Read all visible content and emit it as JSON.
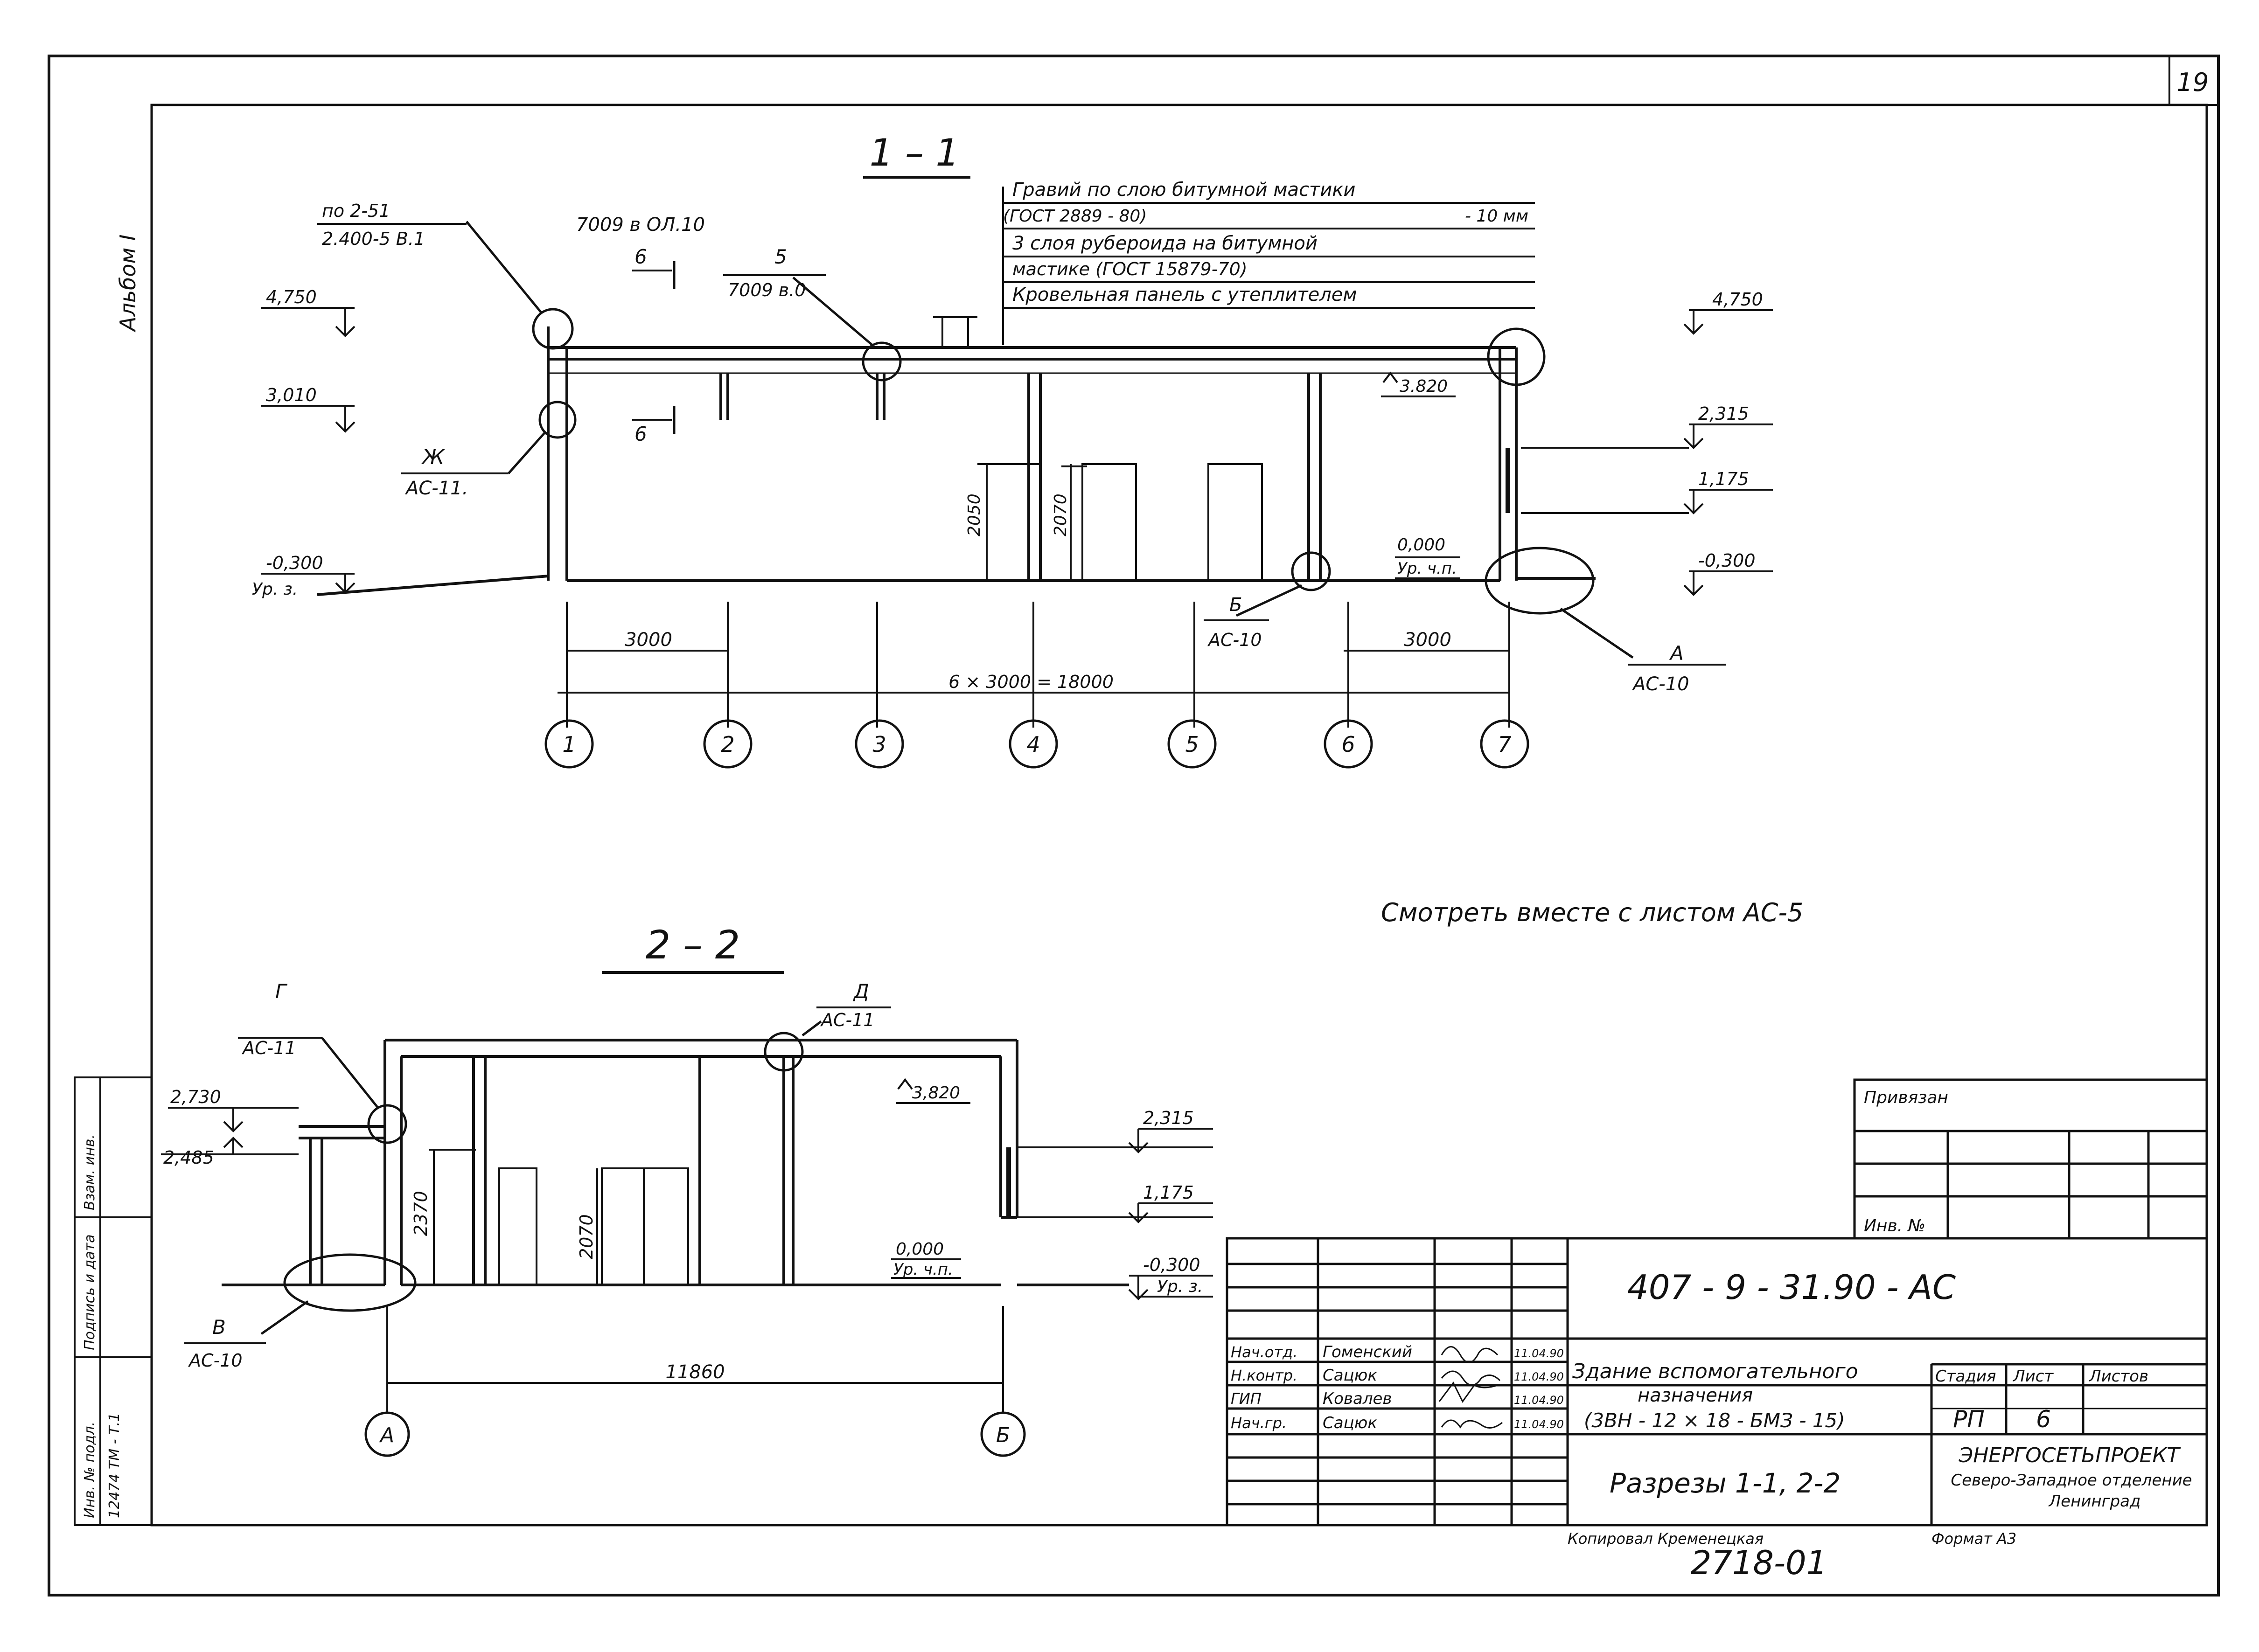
{
  "sheet": {
    "page_number": "19",
    "album": "Альбом I",
    "note": "Смотреть вместе с листом АС-5",
    "copied_by": "Копировал  Кременецкая",
    "format": "Формат  А3",
    "archive_number": "2718-01"
  },
  "section_1_1": {
    "title": "1 – 1",
    "roof_layers": [
      "Гравий  по слою битумной мастики",
      "(ГОСТ 2889 - 80)",
      "- 10 мм",
      "3 слоя  рубероида  на битумной",
      "мастике  (ГОСТ 15879-70)",
      "Кровельная  панель с утеплителем"
    ],
    "callouts": {
      "top_left_ref_1": "по 2-51",
      "top_left_ref_2": "2.400-5 В.1",
      "series_ref": "7009 в ОЛ.10",
      "node_5": "5",
      "node_5_ref": "7009 в.0",
      "cut_6_top": "6",
      "cut_6_bottom": "6",
      "node_zh": "Ж",
      "node_zh_sheet": "АС-11.",
      "node_b": "Б",
      "node_b_sheet": "АС-10",
      "node_a": "А",
      "node_a_sheet": "АС-10"
    },
    "levels_left": [
      "4,750",
      "3,010",
      "-0,300",
      "Ур. з."
    ],
    "levels_right": [
      "4,750",
      "2,315",
      "1,175",
      "-0,300"
    ],
    "levels_inside": [
      "3.820",
      "0,000",
      "Ур. ч.п."
    ],
    "dimensions": {
      "first_bay": "3000",
      "last_bay": "3000",
      "total": "6 × 3000 = 18000",
      "door_height_1": "2050",
      "door_height_2": "2070"
    },
    "axes": [
      "1",
      "2",
      "3",
      "4",
      "5",
      "6",
      "7"
    ]
  },
  "section_2_2": {
    "title": "2 – 2",
    "callouts": {
      "node_g": "Г",
      "node_g_sheet": "АС-11",
      "node_d": "Д",
      "node_d_sheet": "АС-11",
      "node_v": "В",
      "node_v_sheet": "АС-10"
    },
    "levels_left": [
      "2,730",
      "2,485"
    ],
    "levels_right": [
      "2,315",
      "1,175",
      "-0,300",
      "Ур. з."
    ],
    "levels_inside": [
      "3,820",
      "0,000",
      "Ур. ч.п."
    ],
    "dimensions": {
      "height_1": "2370",
      "height_2": "2070",
      "total": "11860"
    },
    "axes": [
      "А",
      "Б"
    ]
  },
  "left_strip": [
    "Взам. инв.",
    "Подпись и дата",
    "Инв. № подл.",
    "12474 ТМ - Т.1"
  ],
  "binding_block": {
    "title": "Привязан",
    "inv_label": "Инв. №"
  },
  "title_block": {
    "code": "407 - 9 - 31.90 - АС",
    "building": "Здание  вспомогательного",
    "building_2": "назначения",
    "building_3": "(3ВН - 12 × 18 - БМЗ - 15)",
    "sheet_name": "Разрезы  1-1,  2-2",
    "stage_label": "Стадия",
    "sheet_label": "Лист",
    "sheets_label": "Листов",
    "stage": "РП",
    "sheet_no": "6",
    "org_1": "ЭНЕРГОСЕТЬПРОЕКТ",
    "org_2": "Северо-Западное отделение",
    "org_3": "Ленинград",
    "signatures": [
      {
        "role": "Нач.отд.",
        "name": "Гоменский",
        "date": "11.04.90"
      },
      {
        "role": "Н.контр.",
        "name": "Сацюк",
        "date": "11.04.90"
      },
      {
        "role": "ГИП",
        "name": "Ковалев",
        "date": "11.04.90"
      },
      {
        "role": "Нач.гр.",
        "name": "Сацюк",
        "date": "11.04.90"
      }
    ]
  }
}
